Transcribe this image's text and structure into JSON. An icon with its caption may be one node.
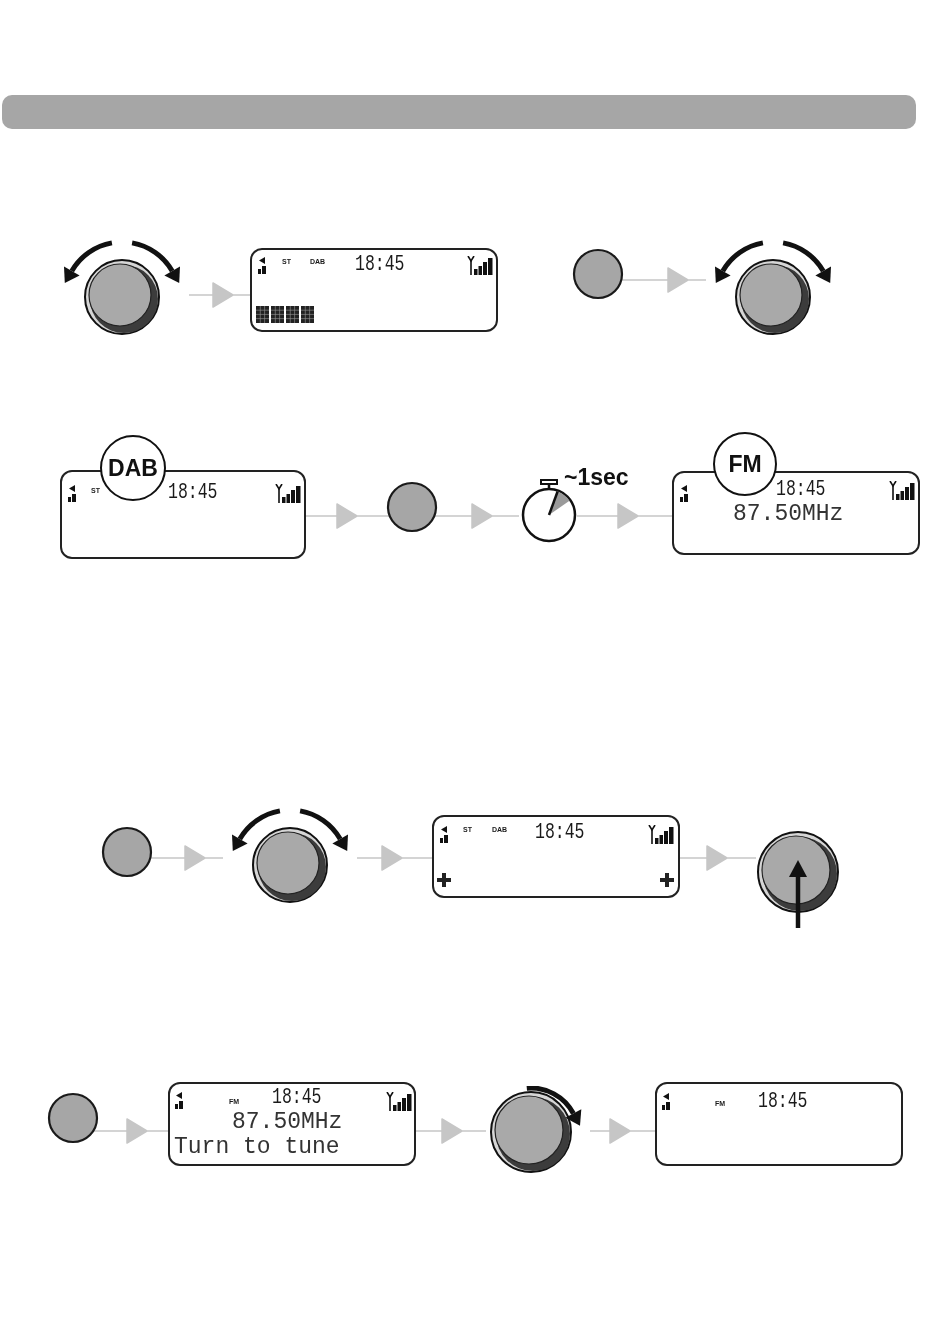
{
  "diagram": {
    "nodes": [
      {
        "text": [],
        "shape": "picture"
      },
      {
        "text": [
          "ST",
          "DAB",
          "18:45"
        ]
      },
      {
        "text": [],
        "shape": "circle"
      },
      {
        "text": [],
        "shape": "picture"
      },
      {
        "text": [
          "ST",
          "18:45"
        ]
      },
      {
        "text": [
          "DAB"
        ]
      },
      {
        "text": [],
        "shape": "circle"
      },
      {
        "text": [],
        "shape": "picture",
        "beside": [
          "~1sec"
        ]
      },
      {
        "text": [
          "18:45",
          "87.50MHz"
        ]
      },
      {
        "text": [
          "FM"
        ]
      },
      {
        "text": [],
        "shape": "circle"
      },
      {
        "text": [],
        "shape": "picture"
      },
      {
        "text": [
          "ST",
          "DAB",
          "18:45"
        ]
      },
      {
        "text": [],
        "shape": "picture"
      },
      {
        "text": [],
        "shape": "circle"
      },
      {
        "text": [
          "FM",
          "18:45",
          "87.50MHz",
          "Turn to tune"
        ]
      },
      {
        "text": [],
        "shape": "picture"
      },
      {
        "text": [
          "FM",
          "18:45"
        ]
      }
    ],
    "edges": [
      {
        "from": 0,
        "to": 1,
        "arrow": "to"
      },
      {
        "from": 2,
        "to": 3,
        "arrow": "to"
      },
      {
        "from": 4,
        "to": 6,
        "arrow": "to"
      },
      {
        "from": 6,
        "to": 7,
        "arrow": "to"
      },
      {
        "from": 7,
        "to": 8,
        "arrow": "to"
      },
      {
        "from": 10,
        "to": 11,
        "arrow": "to"
      },
      {
        "from": 11,
        "to": 12,
        "arrow": "to"
      },
      {
        "from": 12,
        "to": 13,
        "arrow": "to"
      },
      {
        "from": 14,
        "to": 15,
        "arrow": "to"
      },
      {
        "from": 15,
        "to": 16,
        "arrow": "to"
      },
      {
        "from": 16,
        "to": 17,
        "arrow": "to"
      }
    ]
  }
}
